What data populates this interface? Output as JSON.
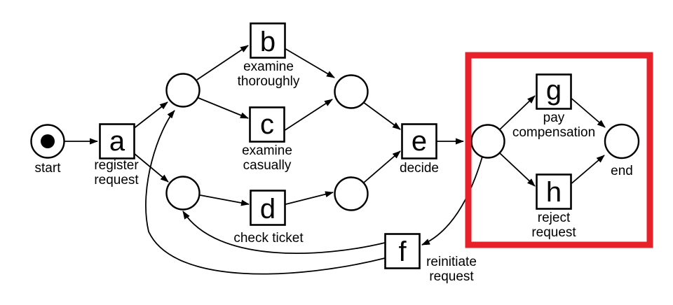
{
  "colors": {
    "line": "#000000",
    "highlight_box": "#e8202a",
    "background": "#ffffff"
  },
  "net": {
    "type": "petri-net-workflow",
    "place_ids": [
      "start",
      "p1",
      "p2",
      "p3",
      "p4",
      "p5",
      "end"
    ],
    "labels": {
      "start": "start",
      "end": "end"
    },
    "initial_marking": {
      "start": 1
    },
    "transitions": {
      "a": {
        "letter": "a",
        "line1": "register",
        "line2": "request"
      },
      "b": {
        "letter": "b",
        "line1": "examine",
        "line2": "thoroughly"
      },
      "c": {
        "letter": "c",
        "line1": "examine",
        "line2": "casually"
      },
      "d": {
        "letter": "d",
        "line1": "check ticket",
        "line2": ""
      },
      "e": {
        "letter": "e",
        "line1": "decide",
        "line2": ""
      },
      "f": {
        "letter": "f",
        "line1": "reinitiate",
        "line2": "request"
      },
      "g": {
        "letter": "g",
        "line1": "pay",
        "line2": "compensation"
      },
      "h": {
        "letter": "h",
        "line1": "reject",
        "line2": "request"
      }
    },
    "arcs": [
      {
        "from": "start",
        "to": "a"
      },
      {
        "from": "a",
        "to": "p1"
      },
      {
        "from": "a",
        "to": "p2"
      },
      {
        "from": "p1",
        "to": "b"
      },
      {
        "from": "p1",
        "to": "c"
      },
      {
        "from": "b",
        "to": "p3"
      },
      {
        "from": "c",
        "to": "p3"
      },
      {
        "from": "p2",
        "to": "d"
      },
      {
        "from": "d",
        "to": "p4"
      },
      {
        "from": "p3",
        "to": "e"
      },
      {
        "from": "p4",
        "to": "e"
      },
      {
        "from": "e",
        "to": "p5"
      },
      {
        "from": "p5",
        "to": "g"
      },
      {
        "from": "p5",
        "to": "h"
      },
      {
        "from": "p5",
        "to": "f"
      },
      {
        "from": "g",
        "to": "end"
      },
      {
        "from": "h",
        "to": "end"
      },
      {
        "from": "f",
        "to": "p1"
      },
      {
        "from": "f",
        "to": "p2"
      }
    ],
    "highlight": {
      "shape": "rectangle",
      "contains": [
        "p5",
        "g",
        "h",
        "end"
      ]
    }
  }
}
